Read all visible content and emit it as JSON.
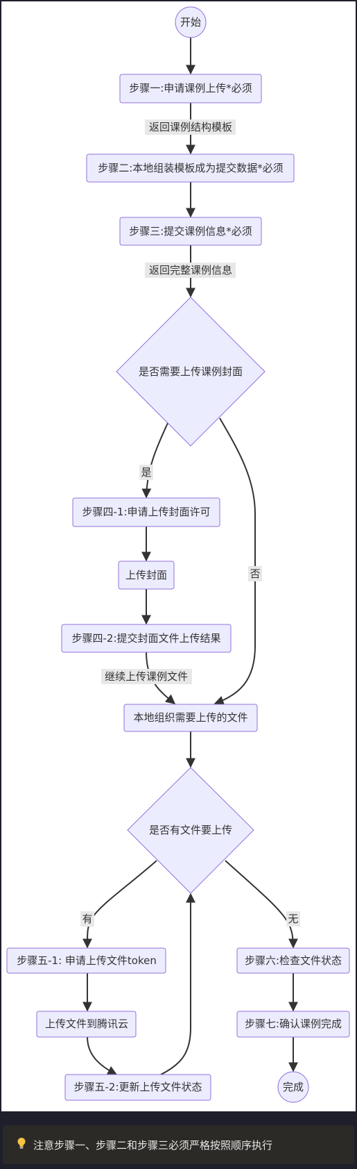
{
  "diagram": {
    "nodes": {
      "start": "开始",
      "step1": "步骤一:申请课例上传*必须",
      "step2": "步骤二:本地组装模板成为提交数据*必须",
      "step3": "步骤三:提交课例信息*必须",
      "decision_cover": "是否需要上传课例封面",
      "step4_1": "步骤四-1:申请上传封面许可",
      "upload_cover": "上传封面",
      "step4_2": "步骤四-2:提交封面文件上传结果",
      "organize_files": "本地组织需要上传的文件",
      "decision_files": "是否有文件要上传",
      "step5_1": "步骤五-1:  申请上传文件token",
      "upload_tencent": "上传文件到腾讯云",
      "step5_2": "步骤五-2:更新上传文件状态",
      "step6": "步骤六:检查文件状态",
      "step7": "步骤七:确认课例完成",
      "done": "完成"
    },
    "edge_labels": {
      "return_template": "返回课例结构模板",
      "return_full": "返回完整课例信息",
      "yes_cover": "是",
      "no_cover": "否",
      "continue_upload": "继续上传课例文件",
      "has_files": "有",
      "no_files": "无"
    }
  },
  "note": {
    "icon": "lightbulb-icon",
    "text": "注意步骤一、步骤二和步骤三必须严格按照顺序执行"
  },
  "colors": {
    "page_background": "#1e1f2b",
    "diagram_background": "#ffffff",
    "node_fill": "#ececff",
    "node_stroke": "#9370db",
    "edge": "#333333",
    "note_background": "#2b2a26"
  }
}
